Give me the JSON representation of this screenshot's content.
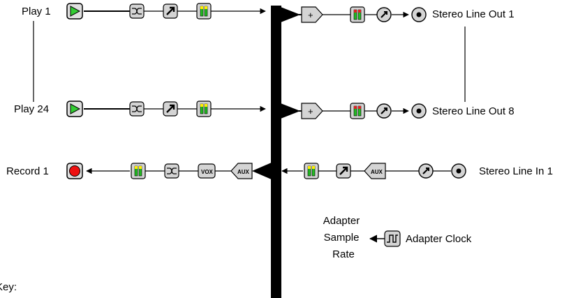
{
  "diagram": {
    "labels": {
      "play_1": "Play 1",
      "play_24": "Play 24",
      "record_1": "Record 1",
      "stereo_line_out_1": "Stereo Line Out 1",
      "stereo_line_out_8": "Stereo Line Out 8",
      "stereo_line_in_1": "Stereo Line In 1",
      "adapter_sample_rate_line1": "Adapter",
      "adapter_sample_rate_line2": "Sample",
      "adapter_sample_rate_line3": "Rate",
      "adapter_clock": "Adapter Clock",
      "key": "Key:"
    },
    "icons": {
      "mixer_plus": "+",
      "aux": "AUX",
      "vox": "VOX"
    },
    "colors": {
      "play_green": "#33cc33",
      "record_red": "#ee1111",
      "meter_green": "#22bb22",
      "meter_yellow": "#ffee00",
      "meter_red": "#dd2222",
      "icon_gray": "#d4d4d4",
      "bus_black": "#000000"
    }
  }
}
